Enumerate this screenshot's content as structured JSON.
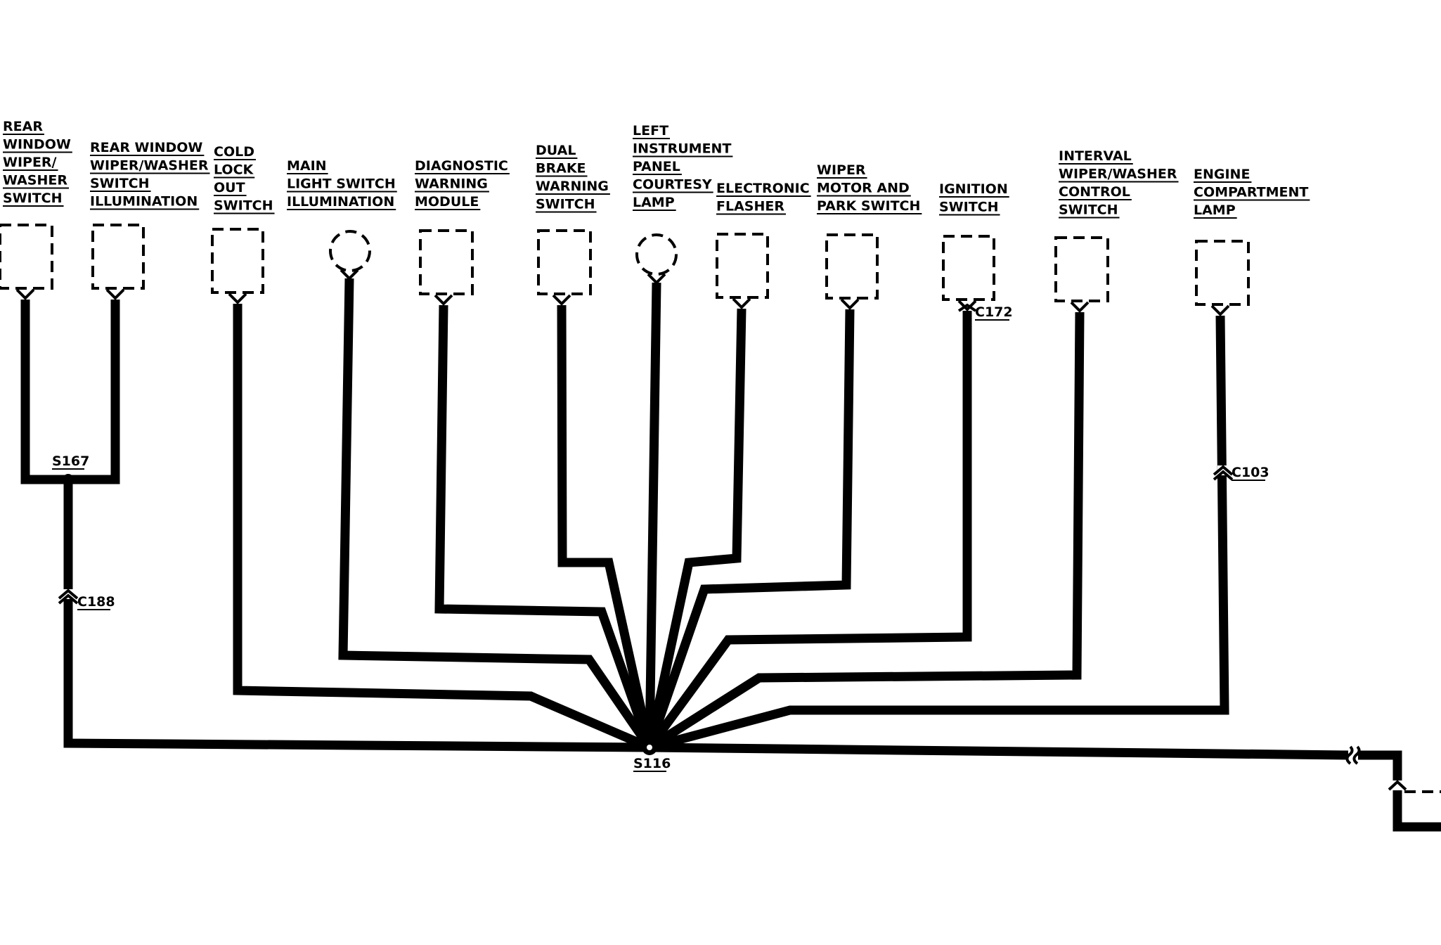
{
  "diagram": {
    "components": [
      {
        "id": "rear-window-wiper-washer-switch",
        "lines": [
          "REAR",
          "WINDOW",
          "WIPER/",
          "WASHER",
          "SWITCH"
        ],
        "shape": "box"
      },
      {
        "id": "rear-window-wiper-washer-switch-illumination",
        "lines": [
          "REAR WINDOW",
          "WIPER/WASHER",
          "SWITCH",
          "ILLUMINATION"
        ],
        "shape": "box"
      },
      {
        "id": "cold-lock-out-switch",
        "lines": [
          "COLD",
          "LOCK",
          "OUT",
          "SWITCH"
        ],
        "shape": "box"
      },
      {
        "id": "main-light-switch-illumination",
        "lines": [
          "MAIN",
          "LIGHT SWITCH",
          "ILLUMINATION"
        ],
        "shape": "circle"
      },
      {
        "id": "diagnostic-warning-module",
        "lines": [
          "DIAGNOSTIC",
          "WARNING",
          "MODULE"
        ],
        "shape": "box"
      },
      {
        "id": "dual-brake-warning-switch",
        "lines": [
          "DUAL",
          "BRAKE",
          "WARNING",
          "SWITCH"
        ],
        "shape": "box"
      },
      {
        "id": "left-instrument-panel-courtesy-lamp",
        "lines": [
          "LEFT",
          "INSTRUMENT",
          "PANEL",
          "COURTESY",
          "LAMP"
        ],
        "shape": "circle"
      },
      {
        "id": "electronic-flasher",
        "lines": [
          "ELECTRONIC",
          "FLASHER"
        ],
        "shape": "box"
      },
      {
        "id": "wiper-motor-and-park-switch",
        "lines": [
          "WIPER",
          "MOTOR AND",
          "PARK SWITCH"
        ],
        "shape": "box"
      },
      {
        "id": "ignition-switch",
        "lines": [
          "IGNITION",
          "SWITCH"
        ],
        "shape": "box"
      },
      {
        "id": "interval-wiper-washer-control-switch",
        "lines": [
          "INTERVAL",
          "WIPER/WASHER",
          "CONTROL",
          "SWITCH"
        ],
        "shape": "box"
      },
      {
        "id": "engine-compartment-lamp",
        "lines": [
          "ENGINE",
          "COMPARTMENT",
          "LAMP"
        ],
        "shape": "box"
      }
    ],
    "splices": [
      {
        "id": "s167",
        "label": "S167"
      },
      {
        "id": "s116",
        "label": "S116"
      }
    ],
    "connectors": [
      {
        "id": "c188",
        "label": "C188"
      },
      {
        "id": "c172",
        "label": "C172"
      },
      {
        "id": "c103",
        "label": "C103"
      }
    ],
    "colors": {
      "wire": "#000000",
      "background": "#ffffff"
    }
  }
}
